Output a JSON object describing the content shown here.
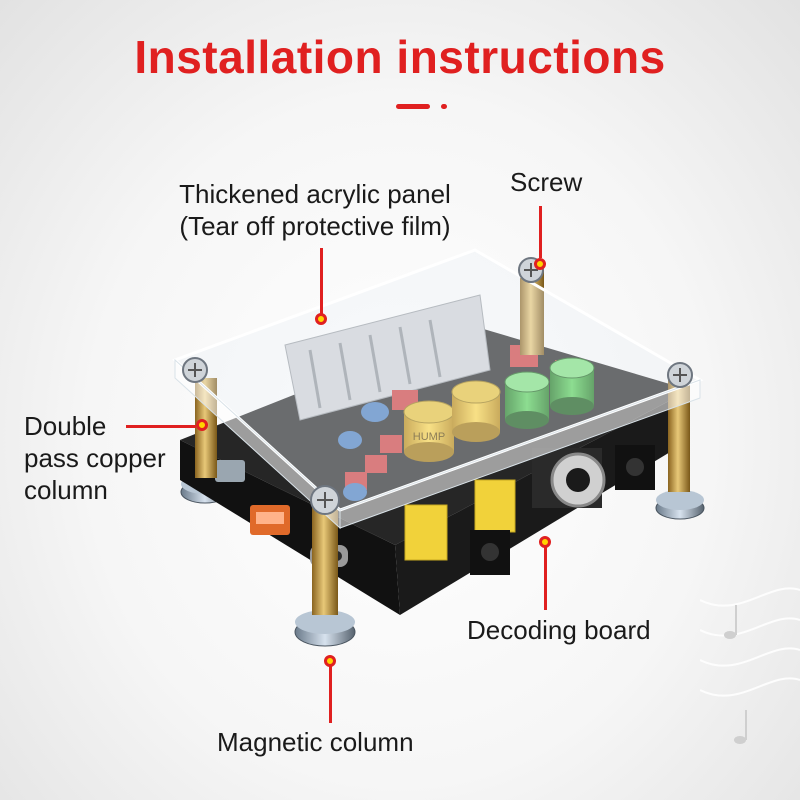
{
  "title": "Installation instructions",
  "colors": {
    "accent": "#e02020",
    "marker_fill": "#ffd400",
    "text": "#1a1a1a",
    "pcb": "#1d1d1d",
    "copper": "#c9a24a"
  },
  "labels": {
    "acrylic_line1": "Thickened acrylic panel",
    "acrylic_line2": "(Tear off protective film)",
    "screw": "Screw",
    "copper_line1": "Double",
    "copper_line2": "pass copper",
    "copper_line3": "column",
    "decoding": "Decoding board",
    "magnetic": "Magnetic column"
  },
  "components": {
    "capacitor_text": "HUMP"
  }
}
